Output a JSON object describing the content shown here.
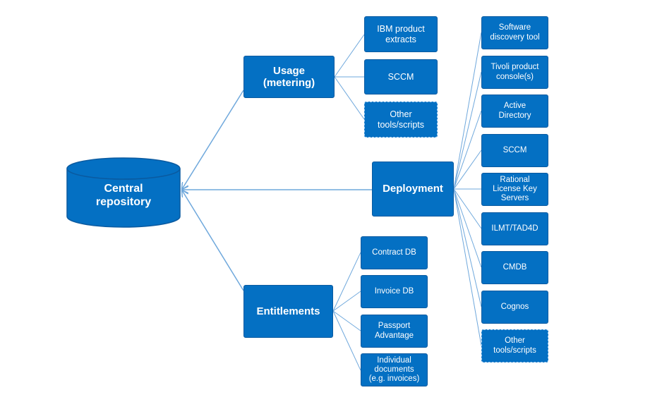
{
  "central": "Central\nrepository",
  "hubs": {
    "usage": "Usage\n(metering)",
    "deployment": "Deployment",
    "entitlements": "Entitlements"
  },
  "usage_items": [
    "IBM product\nextracts",
    "SCCM",
    "Other\ntools/scripts"
  ],
  "entitlement_items": [
    "Contract DB",
    "Invoice DB",
    "Passport\nAdvantage",
    "Individual\ndocuments\n(e.g. invoices)"
  ],
  "deployment_items": [
    "Software\ndiscovery tool",
    "Tivoli product\nconsole(s)",
    "Active\nDirectory",
    "SCCM",
    "Rational\nLicense Key\nServers",
    "ILMT/TAD4D",
    "CMDB",
    "Cognos",
    "Other\ntools/scripts"
  ],
  "colors": {
    "box_fill": "#0470c3",
    "line": "#6fa8dc"
  }
}
